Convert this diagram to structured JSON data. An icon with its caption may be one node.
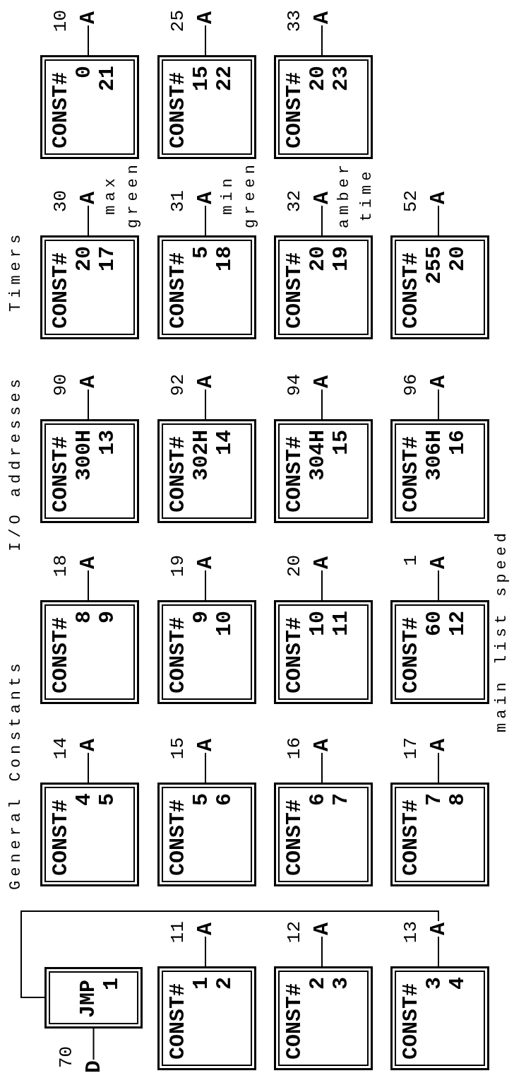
{
  "diagram": {
    "nodes": [
      {
        "text": [
          "D"
        ],
        "beside": [
          "70"
        ]
      },
      {
        "text": [
          "JMP",
          "1"
        ]
      },
      {
        "text": [
          "CONST#",
          "1",
          "2"
        ]
      },
      {
        "text": [
          "A"
        ],
        "beside": [
          "11"
        ]
      },
      {
        "text": [
          "CONST#",
          "2",
          "3"
        ]
      },
      {
        "text": [
          "A"
        ],
        "beside": [
          "12"
        ]
      },
      {
        "text": [
          "CONST#",
          "3",
          "4"
        ]
      },
      {
        "text": [
          "A"
        ],
        "beside": [
          "13"
        ]
      },
      {
        "text": [
          "CONST#",
          "4",
          "5"
        ]
      },
      {
        "text": [
          "A"
        ],
        "beside": [
          "14"
        ]
      },
      {
        "text": [
          "CONST#",
          "5",
          "6"
        ]
      },
      {
        "text": [
          "A"
        ],
        "beside": [
          "15"
        ]
      },
      {
        "text": [
          "CONST#",
          "6",
          "7"
        ]
      },
      {
        "text": [
          "A"
        ],
        "beside": [
          "16"
        ]
      },
      {
        "text": [
          "CONST#",
          "7",
          "8"
        ]
      },
      {
        "text": [
          "A"
        ],
        "beside": [
          "17"
        ]
      },
      {
        "text": [
          "CONST#",
          "8",
          "9"
        ]
      },
      {
        "text": [
          "A"
        ],
        "beside": [
          "18"
        ]
      },
      {
        "text": [
          "CONST#",
          "9",
          "10"
        ]
      },
      {
        "text": [
          "A"
        ],
        "beside": [
          "19"
        ]
      },
      {
        "text": [
          "CONST#",
          "10",
          "11"
        ]
      },
      {
        "text": [
          "A"
        ],
        "beside": [
          "20"
        ]
      },
      {
        "text": [
          "CONST#",
          "60",
          "12"
        ]
      },
      {
        "text": [
          "A"
        ],
        "beside": [
          "1"
        ]
      },
      {
        "text": [
          "CONST#",
          "300H",
          "13"
        ]
      },
      {
        "text": [
          "A"
        ],
        "beside": [
          "90"
        ]
      },
      {
        "text": [
          "CONST#",
          "302H",
          "14"
        ]
      },
      {
        "text": [
          "A"
        ],
        "beside": [
          "92"
        ]
      },
      {
        "text": [
          "CONST#",
          "304H",
          "15"
        ]
      },
      {
        "text": [
          "A"
        ],
        "beside": [
          "94"
        ]
      },
      {
        "text": [
          "CONST#",
          "306H",
          "16"
        ]
      },
      {
        "text": [
          "A"
        ],
        "beside": [
          "96"
        ]
      },
      {
        "text": [
          "CONST#",
          "20",
          "17"
        ],
        "beside": [
          "max green"
        ]
      },
      {
        "text": [
          "A"
        ],
        "beside": [
          "30"
        ]
      },
      {
        "text": [
          "CONST#",
          "5",
          "18"
        ],
        "beside": [
          "min green"
        ]
      },
      {
        "text": [
          "A"
        ],
        "beside": [
          "31"
        ]
      },
      {
        "text": [
          "CONST#",
          "20",
          "19"
        ],
        "beside": [
          "amber time"
        ]
      },
      {
        "text": [
          "A"
        ],
        "beside": [
          "32"
        ]
      },
      {
        "text": [
          "CONST#",
          "255",
          "20"
        ]
      },
      {
        "text": [
          "A"
        ],
        "beside": [
          "52"
        ]
      },
      {
        "text": [
          "CONST#",
          "0",
          "21"
        ]
      },
      {
        "text": [
          "A"
        ],
        "beside": [
          "10"
        ]
      },
      {
        "text": [
          "CONST#",
          "15",
          "22"
        ]
      },
      {
        "text": [
          "A"
        ],
        "beside": [
          "25"
        ]
      },
      {
        "text": [
          "CONST#",
          "20",
          "23"
        ]
      },
      {
        "text": [
          "A"
        ],
        "beside": [
          "33"
        ]
      }
    ],
    "edges": [
      {
        "from": 0,
        "to": 1,
        "arrow": "none"
      },
      {
        "from": 2,
        "to": 3,
        "arrow": "none"
      },
      {
        "from": 4,
        "to": 5,
        "arrow": "none"
      },
      {
        "from": 6,
        "to": 7,
        "arrow": "none"
      },
      {
        "from": 8,
        "to": 9,
        "arrow": "none"
      },
      {
        "from": 10,
        "to": 11,
        "arrow": "none"
      },
      {
        "from": 12,
        "to": 13,
        "arrow": "none"
      },
      {
        "from": 14,
        "to": 15,
        "arrow": "none"
      },
      {
        "from": 16,
        "to": 17,
        "arrow": "none"
      },
      {
        "from": 18,
        "to": 19,
        "arrow": "none"
      },
      {
        "from": 20,
        "to": 21,
        "arrow": "none"
      },
      {
        "from": 22,
        "to": 23,
        "arrow": "none"
      },
      {
        "from": 24,
        "to": 25,
        "arrow": "none"
      },
      {
        "from": 26,
        "to": 27,
        "arrow": "none"
      },
      {
        "from": 28,
        "to": 29,
        "arrow": "none"
      },
      {
        "from": 30,
        "to": 31,
        "arrow": "none"
      },
      {
        "from": 32,
        "to": 33,
        "arrow": "none"
      },
      {
        "from": 34,
        "to": 35,
        "arrow": "none"
      },
      {
        "from": 36,
        "to": 37,
        "arrow": "none"
      },
      {
        "from": 38,
        "to": 39,
        "arrow": "none"
      },
      {
        "from": 40,
        "to": 41,
        "arrow": "none"
      },
      {
        "from": 42,
        "to": 43,
        "arrow": "none"
      },
      {
        "from": 44,
        "to": 45,
        "arrow": "none"
      },
      {
        "from": 7,
        "to": 1,
        "arrow": "none"
      }
    ],
    "labels": [
      "General Constants",
      "I/O addresses",
      "Timers",
      "main list speed"
    ]
  }
}
